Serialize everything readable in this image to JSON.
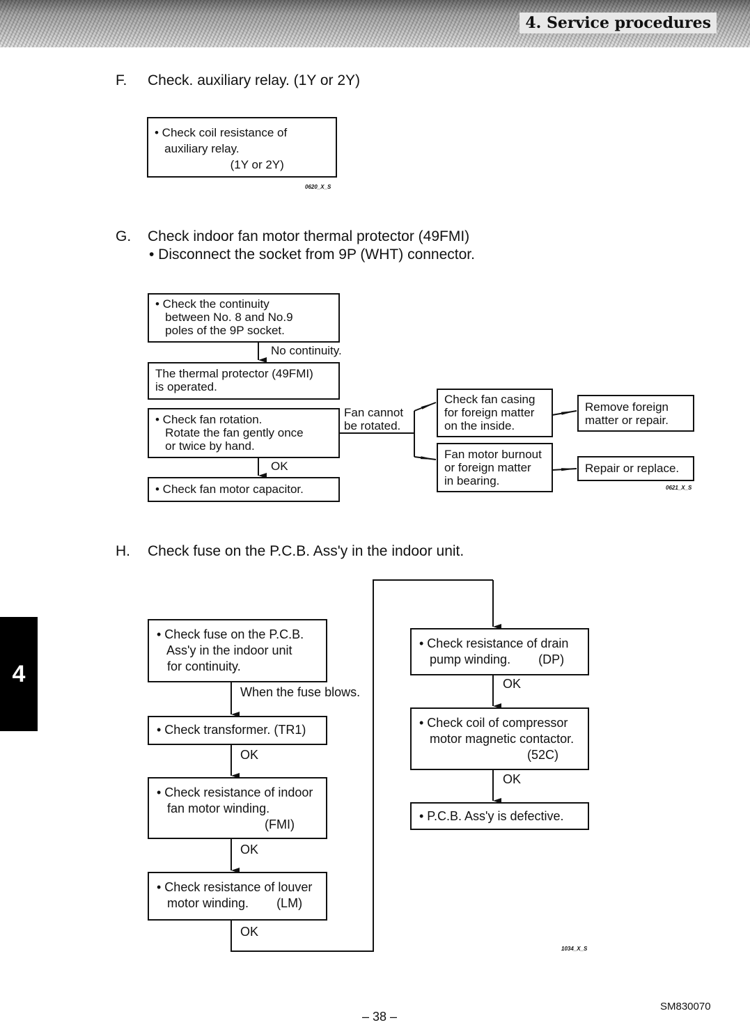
{
  "header": {
    "title": "4. Service procedures"
  },
  "side_tab": {
    "number": "4"
  },
  "section_f": {
    "letter": "F.",
    "title": "Check. auxiliary relay. (1Y or 2Y)",
    "box_text": "• Check coil resistance of\n   auxiliary relay.\n                       (1Y or 2Y)",
    "code": "0620_X_S"
  },
  "section_g": {
    "letter": "G.",
    "title": "Check indoor fan motor thermal protector (49FMI)",
    "subtitle": "• Disconnect the socket from 9P (WHT) connector.",
    "box_continuity": "• Check the continuity\n   between No. 8 and No.9\n   poles of the 9P socket.",
    "label_no_continuity": "No continuity.",
    "box_operated": "The thermal protector (49FMI)\nis operated.",
    "box_rotation": "• Check fan rotation.\n   Rotate the fan gently once\n   or twice by hand.",
    "label_cannot_rotate": "Fan cannot\nbe rotated.",
    "label_ok": "OK",
    "box_capacitor": "• Check fan motor capacitor.",
    "box_casing": "Check fan casing\nfor foreign matter\non the inside.",
    "box_burnout": "Fan motor burnout\nor foreign matter\nin bearing.",
    "box_remove": "Remove foreign\nmatter or repair.",
    "box_repair": "Repair or replace.",
    "code": "0621_X_S"
  },
  "section_h": {
    "letter": "H.",
    "title": "Check fuse on the P.C.B. Ass'y in the indoor unit.",
    "box_fuse": "• Check fuse on the P.C.B.\n   Ass'y in the indoor unit\n   for continuity.",
    "label_fuse_blows": "When the fuse blows.",
    "box_transformer": "• Check transformer. (TR1)",
    "box_fan_winding": "• Check resistance of indoor\n   fan motor winding.\n                               (FMI)",
    "box_louver": "• Check resistance of louver\n   motor winding.        (LM)",
    "box_drain": "• Check resistance of drain\n   pump winding.        (DP)",
    "box_compressor": "• Check coil of compressor\n   motor magnetic contactor.\n                               (52C)",
    "box_defective": "• P.C.B. Ass'y is defective.",
    "label_ok": "OK",
    "code": "1034_X_S"
  },
  "footer": {
    "page": "– 38 –",
    "doc_code": "SM830070"
  }
}
